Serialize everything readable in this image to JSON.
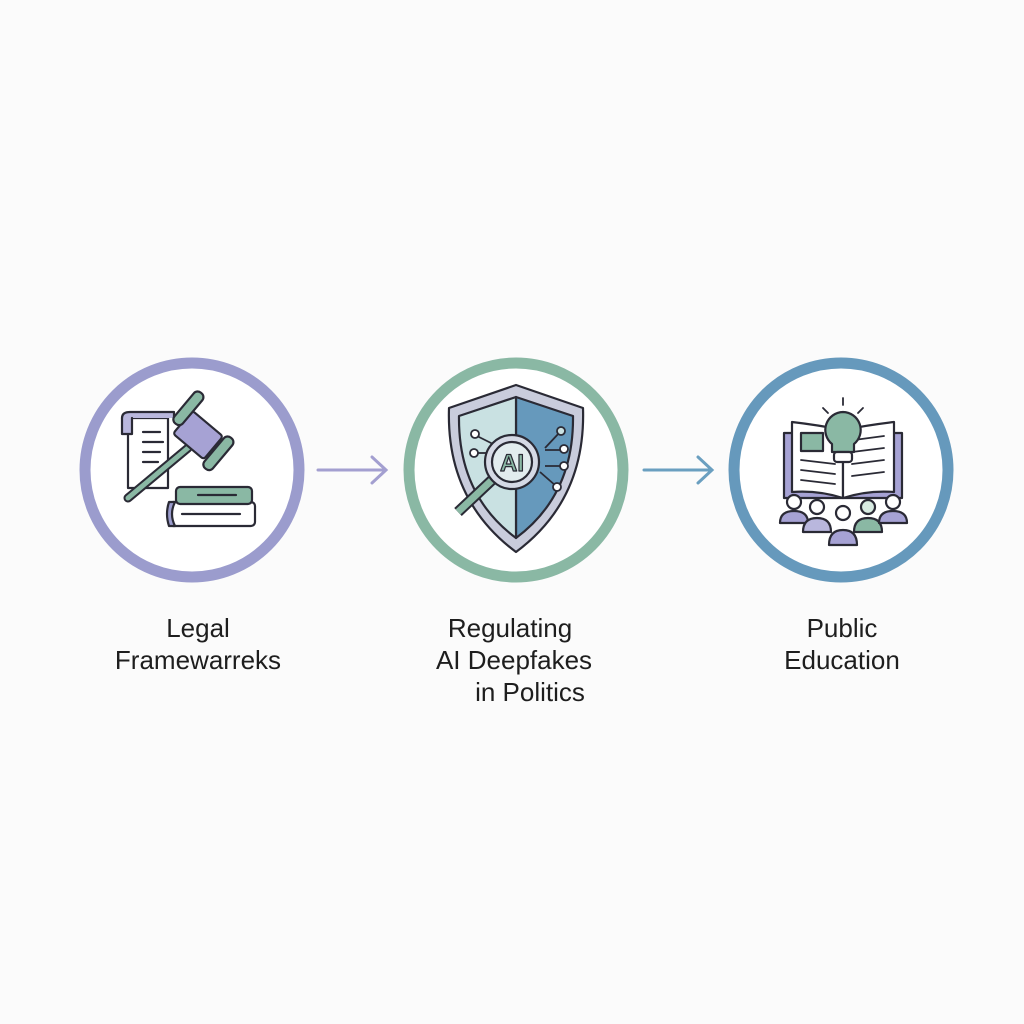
{
  "colors": {
    "legal": "#9b9ccd",
    "regulating": "#8ab8a4",
    "education": "#6699bc",
    "ink": "#2a2a35"
  },
  "steps": [
    {
      "icon": "gavel-scroll-books-icon",
      "lines": [
        "Legal",
        "Framewarreks"
      ]
    },
    {
      "icon": "shield-ai-magnifier-icon",
      "lines": [
        "Regulating",
        "AI Deepfakes",
        "in Politics"
      ],
      "badge": "AI"
    },
    {
      "icon": "book-lightbulb-people-icon",
      "lines": [
        "Public",
        "Education"
      ]
    }
  ]
}
